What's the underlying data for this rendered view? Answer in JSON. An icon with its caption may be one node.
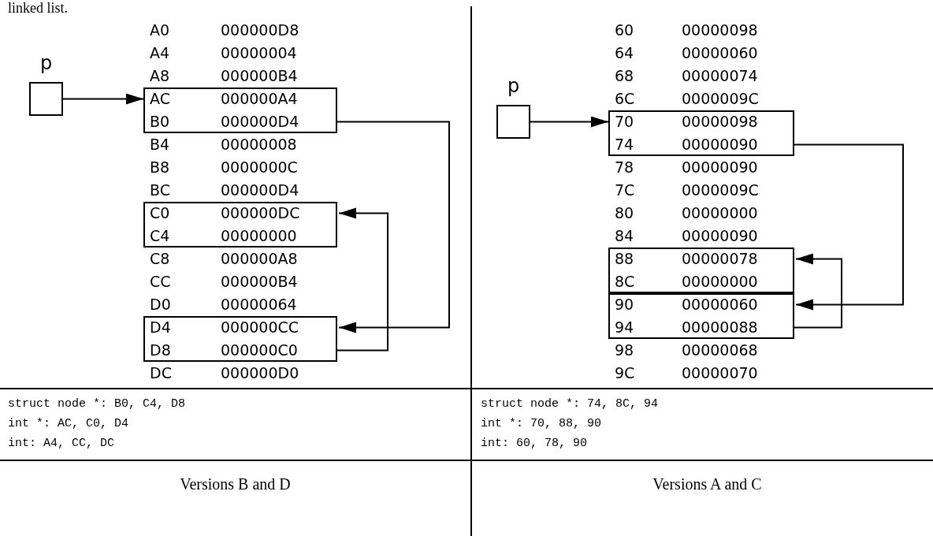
{
  "diagram": {
    "nodes": [
      {
        "text": [
          "p"
        ]
      },
      {
        "text": [
          "AC",
          "000000A4",
          "B0",
          "000000D4"
        ]
      },
      {
        "text": [
          "C0",
          "000000DC",
          "C4",
          "00000000"
        ]
      },
      {
        "text": [
          "D4",
          "000000CC",
          "D8",
          "000000C0"
        ]
      },
      {
        "text": [
          "p"
        ]
      },
      {
        "text": [
          "70",
          "00000098",
          "74",
          "00000090"
        ]
      },
      {
        "text": [
          "88",
          "00000078",
          "8C",
          "00000000"
        ]
      },
      {
        "text": [
          "90",
          "00000060",
          "94",
          "00000088"
        ]
      }
    ],
    "edges": [
      {
        "from": 0,
        "to": 1,
        "arrow": "to"
      },
      {
        "from": 1,
        "to": 3,
        "arrow": "to"
      },
      {
        "from": 3,
        "to": 2,
        "arrow": "to"
      },
      {
        "from": 4,
        "to": 5,
        "arrow": "to"
      },
      {
        "from": 5,
        "to": 7,
        "arrow": "to"
      },
      {
        "from": 7,
        "to": 6,
        "arrow": "to"
      }
    ],
    "labels": [
      "linked list.",
      "A0",
      "000000D8",
      "A4",
      "00000004",
      "A8",
      "000000B4",
      "B4",
      "00000008",
      "B8",
      "0000000C",
      "BC",
      "000000D4",
      "C8",
      "000000A8",
      "CC",
      "000000B4",
      "D0",
      "00000064",
      "DC",
      "000000D0",
      "60",
      "00000098",
      "64",
      "00000060",
      "68",
      "00000074",
      "6C",
      "0000009C",
      "78",
      "00000090",
      "7C",
      "0000009C",
      "80",
      "00000000",
      "84",
      "00000090",
      "98",
      "00000068",
      "9C",
      "00000070",
      "struct node *: B0, C4, D8",
      "int *: AC, C0, D4",
      "int: A4, CC, DC",
      "struct node *: 74, 8C, 94",
      "int *: 70, 88, 90",
      "int: 60, 78, 90",
      "Versions B and D",
      "Versions A and C"
    ]
  }
}
